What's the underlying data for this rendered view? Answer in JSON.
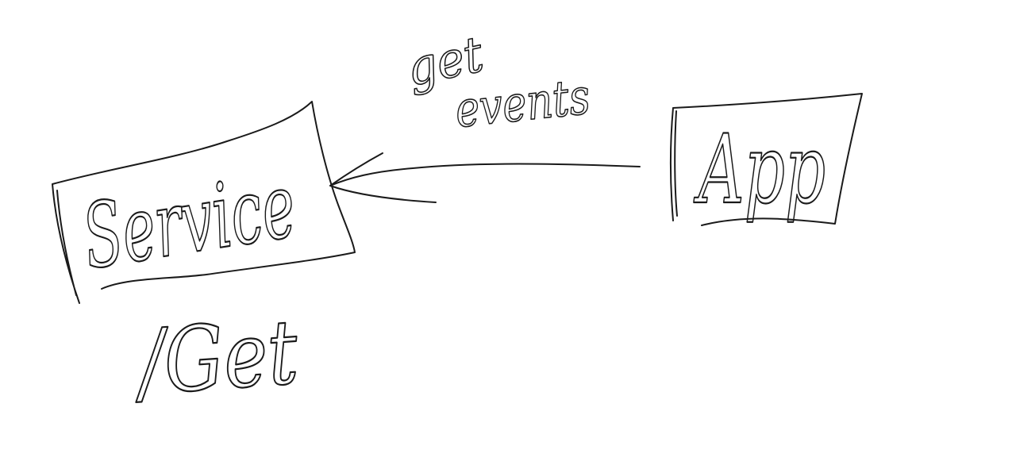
{
  "diagram": {
    "ink_color": "#1a1a1a",
    "background": "#ffffff",
    "nodes": [
      {
        "id": "service",
        "label": "Service"
      },
      {
        "id": "app",
        "label": "App"
      }
    ],
    "edges": [
      {
        "from": "app",
        "to": "service",
        "label": "get events"
      }
    ],
    "edge_label_lines": [
      "get",
      "events"
    ],
    "annotations": [
      {
        "target": "service",
        "text": "/Get"
      }
    ]
  }
}
